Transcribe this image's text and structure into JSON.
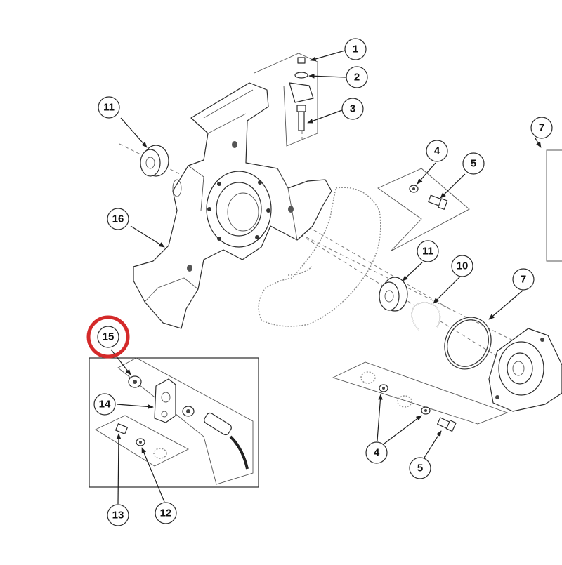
{
  "diagram": {
    "callouts": [
      {
        "id": "c1",
        "label": "1"
      },
      {
        "id": "c2",
        "label": "2"
      },
      {
        "id": "c3",
        "label": "3"
      },
      {
        "id": "c4a",
        "label": "4"
      },
      {
        "id": "c5a",
        "label": "5"
      },
      {
        "id": "c7a",
        "label": "7"
      },
      {
        "id": "c7b",
        "label": "7"
      },
      {
        "id": "c10",
        "label": "10"
      },
      {
        "id": "c11a",
        "label": "11"
      },
      {
        "id": "c11b",
        "label": "11"
      },
      {
        "id": "c16",
        "label": "16"
      },
      {
        "id": "c15",
        "label": "15"
      },
      {
        "id": "c14",
        "label": "14"
      },
      {
        "id": "c13",
        "label": "13"
      },
      {
        "id": "c12",
        "label": "12"
      },
      {
        "id": "c4b",
        "label": "4"
      },
      {
        "id": "c5b",
        "label": "5"
      }
    ],
    "highlight": {
      "target": "15",
      "color": "#d42a2a"
    }
  }
}
